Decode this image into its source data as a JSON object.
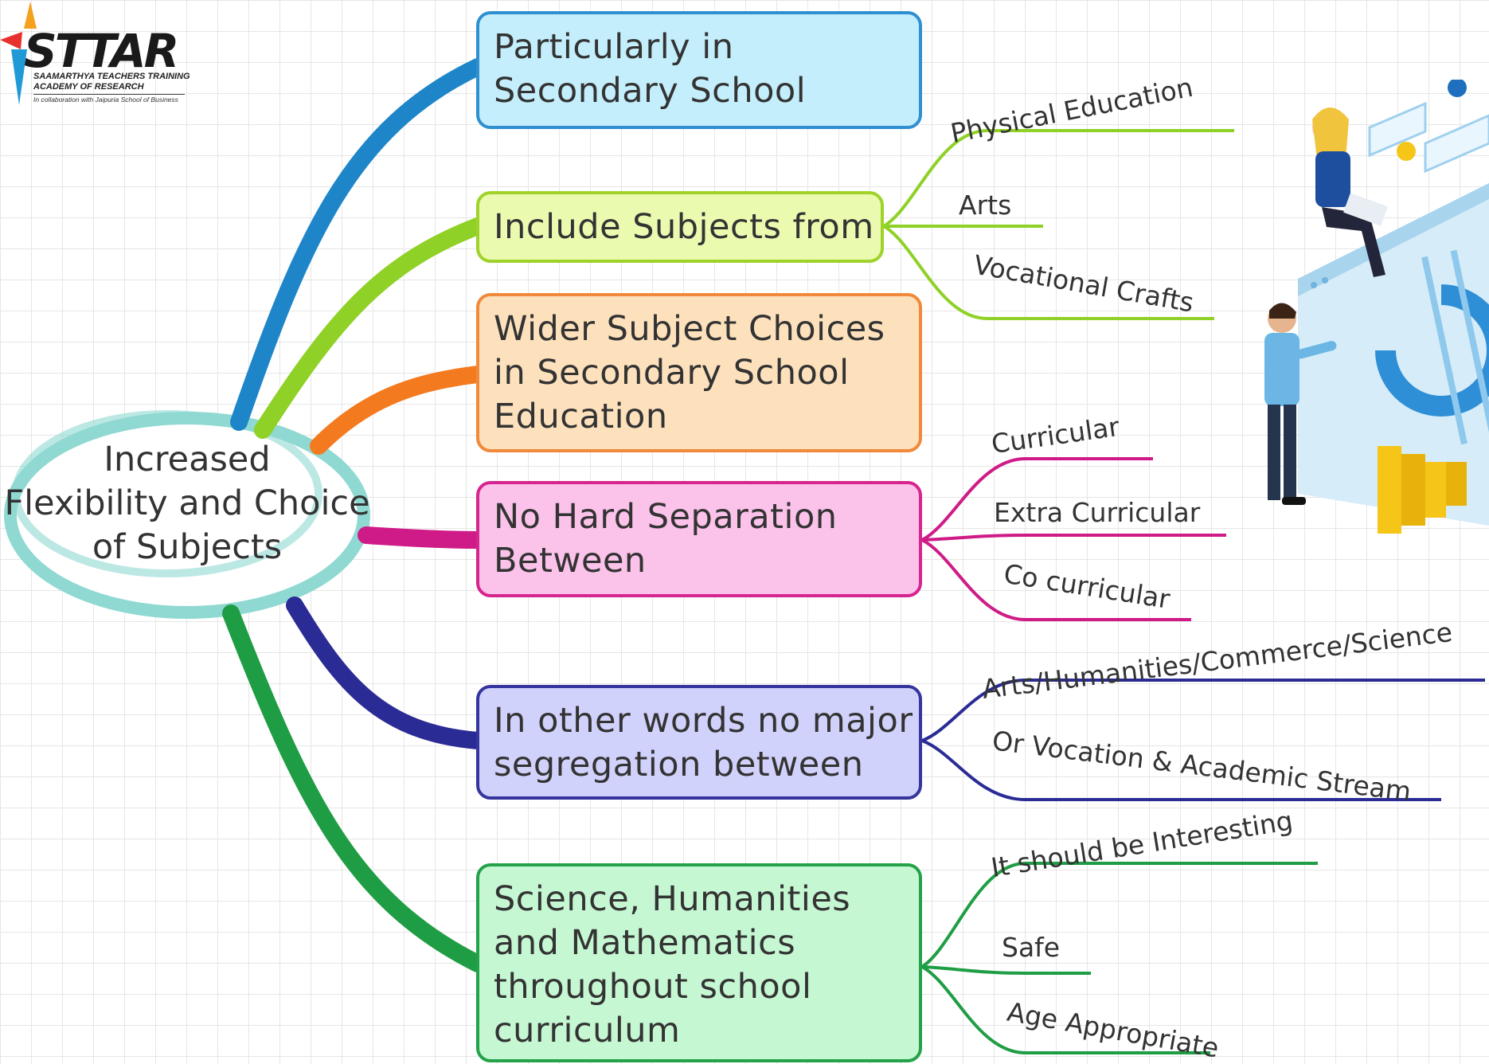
{
  "logo": {
    "name": "STTAR",
    "line1": "SAAMARTHYA TEACHERS TRAINING",
    "line2": "ACADEMY OF RESEARCH",
    "tagline": "In collaboration with Jaipuria School of Business"
  },
  "center": {
    "lines": [
      "Increased",
      "Flexibility and Choice",
      "of Subjects"
    ],
    "color": "#8fd9d2"
  },
  "branches": [
    {
      "lines": [
        "Particularly in",
        "Secondary School"
      ],
      "fill": "#c4eefb",
      "border": "#2f8fd1",
      "wire": "#1e86c8",
      "leaves": []
    },
    {
      "lines": [
        "Include Subjects from"
      ],
      "fill": "#eafbb0",
      "border": "#9fd22a",
      "wire": "#8fd126",
      "leaves": [
        "Physical Education",
        "Arts",
        "Vocational Crafts"
      ]
    },
    {
      "lines": [
        "Wider Subject Choices",
        "in Secondary School",
        "Education"
      ],
      "fill": "#fde1bd",
      "border": "#f08a3a",
      "wire": "#f47a1f",
      "leaves": []
    },
    {
      "lines": [
        "No Hard Separation",
        "Between"
      ],
      "fill": "#fbc2ea",
      "border": "#d6258f",
      "wire": "#cf1b87",
      "leaves": [
        "Curricular",
        "Extra Curricular",
        "Co curricular"
      ]
    },
    {
      "lines": [
        "In other words no major",
        "segregation between"
      ],
      "fill": "#d1d2fb",
      "border": "#35359e",
      "wire": "#2b2b96",
      "leaves": [
        "Arts/Humanities/Commerce/Science",
        "Or Vocation & Academic Stream"
      ]
    },
    {
      "lines": [
        "Science, Humanities",
        "and Mathematics",
        "throughout school",
        "curriculum"
      ],
      "fill": "#c6f7d3",
      "border": "#23a24a",
      "wire": "#1f9d44",
      "leaves": [
        "It should be Interesting",
        "Safe",
        "Age Appropriate"
      ]
    }
  ]
}
